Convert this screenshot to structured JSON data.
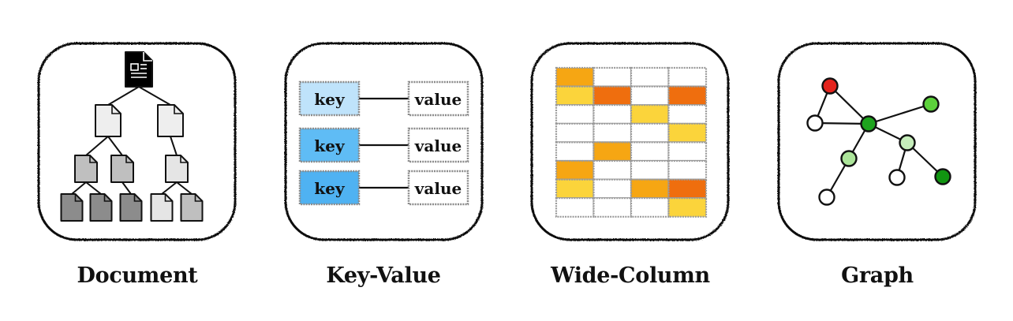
{
  "panels": [
    {
      "id": "document",
      "label": "Document"
    },
    {
      "id": "key-value",
      "label": "Key-Value"
    },
    {
      "id": "wide-column",
      "label": "Wide-Column"
    },
    {
      "id": "graph",
      "label": "Graph"
    }
  ],
  "key_value": {
    "pairs": [
      {
        "key": "key",
        "value": "value",
        "key_color": "#bfe3fb"
      },
      {
        "key": "key",
        "value": "value",
        "key_color": "#5fbcf5"
      },
      {
        "key": "key",
        "value": "value",
        "key_color": "#4fb2f2"
      }
    ]
  },
  "wide_column": {
    "rows": 8,
    "cols": 4,
    "cells": [
      [
        "#f6a613",
        "#ffffff",
        "#ffffff",
        "#ffffff"
      ],
      [
        "#fbd43b",
        "#ef6e0e",
        "#ffffff",
        "#ef6e0e"
      ],
      [
        "#ffffff",
        "#ffffff",
        "#fbd43b",
        "#ffffff"
      ],
      [
        "#ffffff",
        "#ffffff",
        "#ffffff",
        "#fbd43b"
      ],
      [
        "#ffffff",
        "#f6a613",
        "#ffffff",
        "#ffffff"
      ],
      [
        "#f6a613",
        "#ffffff",
        "#ffffff",
        "#ffffff"
      ],
      [
        "#fbd43b",
        "#ffffff",
        "#f6a613",
        "#ef6e0e"
      ],
      [
        "#ffffff",
        "#ffffff",
        "#ffffff",
        "#fbd43b"
      ]
    ]
  },
  "graph": {
    "node_colors": [
      "#e3231d",
      "#ffffff",
      "#1ea31e",
      "#5cd13b",
      "#c6eebb",
      "#ace59a",
      "#ffffff",
      "#119511",
      "#ffffff"
    ]
  },
  "colors": {
    "doc_root": "#000000",
    "doc_level1": "#eeeeee",
    "doc_level2": "#bfbfbf",
    "doc_level3_dark": "#8c8c8c",
    "doc_level3_light": "#e5e5e5"
  }
}
